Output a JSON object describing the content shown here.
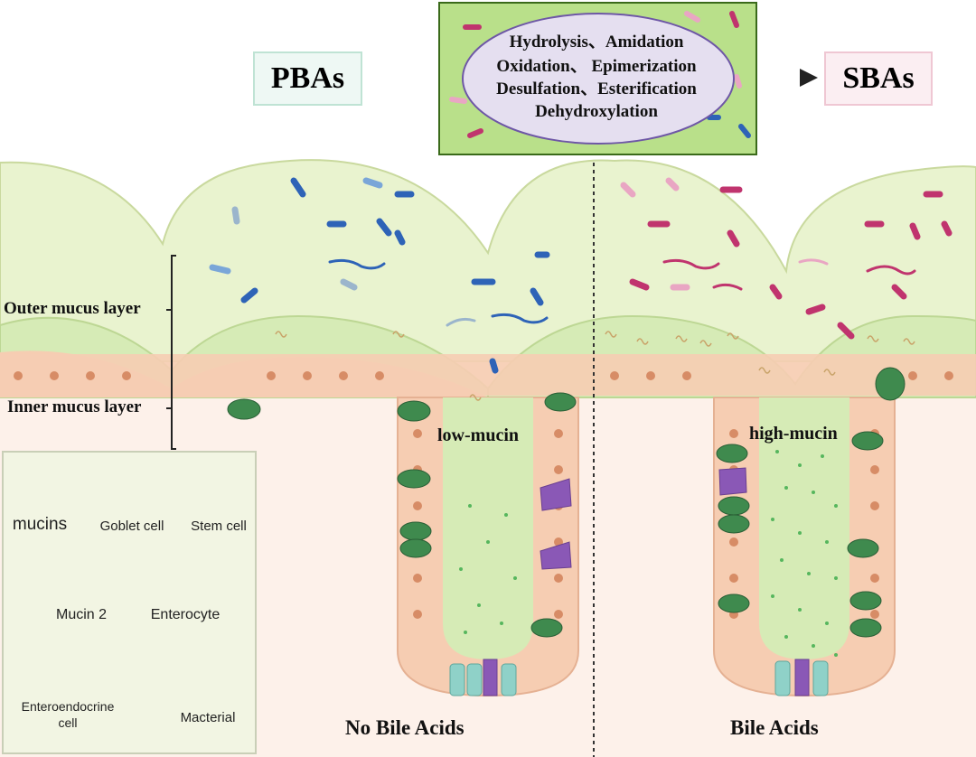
{
  "top": {
    "left_box": "PBAs",
    "right_box": "SBAs",
    "processes": [
      "Hydrolysis、Amidation",
      "Oxidation、 Epimerization",
      "Desulfation、Esterification",
      "Dehydroxylation"
    ]
  },
  "layers": {
    "outer": "Outer mucus layer",
    "inner": "Inner mucus layer"
  },
  "conditions": {
    "left": "No Bile Acids",
    "right": "Bile Acids",
    "left_mucin": "low-mucin",
    "right_mucin": "high-mucin"
  },
  "legend": {
    "mucins": "mucins",
    "goblet": "Goblet cell",
    "stem": "Stem cell",
    "mucin2": "Mucin 2",
    "enterocyte": "Enterocyte",
    "enteroendocrine_1": "Enteroendocrine",
    "enteroendocrine_2": "cell",
    "bacterial": "Macterial"
  },
  "colors": {
    "outer_mucus": "#e9f3cf",
    "inner_mucus": "#d6ebb6",
    "epithelium": "#f6cdb2",
    "lumen": "#fdf1ea",
    "goblet": "#3f8a4e",
    "stem": "#8fd1c8",
    "enteroendocrine": "#8a58b6",
    "bacteria_blue": "#2e63b7",
    "bacteria_pink": "#c0346e"
  }
}
